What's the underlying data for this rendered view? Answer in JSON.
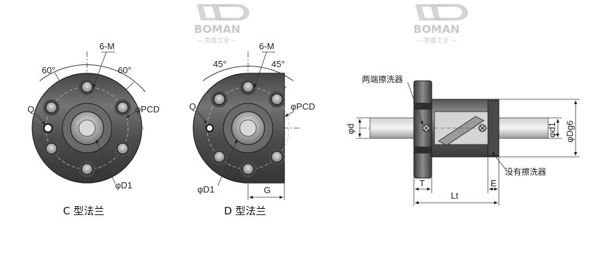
{
  "watermark": {
    "brand": "BOMAN",
    "tagline": "— 勃曼工业 —"
  },
  "c_flange": {
    "caption": "C 型法兰",
    "bolt_label": "6-M",
    "angle_left": "60°",
    "angle_right": "60°",
    "pcd_label": "φPCD",
    "q_label": "Q",
    "d1_label": "φD1"
  },
  "d_flange": {
    "caption": "D 型法兰",
    "bolt_label": "6-M",
    "angle_left": "45°",
    "angle_right": "45°",
    "pcd_label": "φPCD",
    "q_label": "Q",
    "d1_label": "φD1",
    "g_label": "G"
  },
  "side_view": {
    "wiper_both_label": "两端擦洗器",
    "no_wiper_label": "没有擦洗器",
    "d_label": "φd",
    "d1_label": "φd1",
    "dg6_label": "φDg6",
    "t_label": "T",
    "e_label": "E",
    "lt_label": "Lt"
  }
}
